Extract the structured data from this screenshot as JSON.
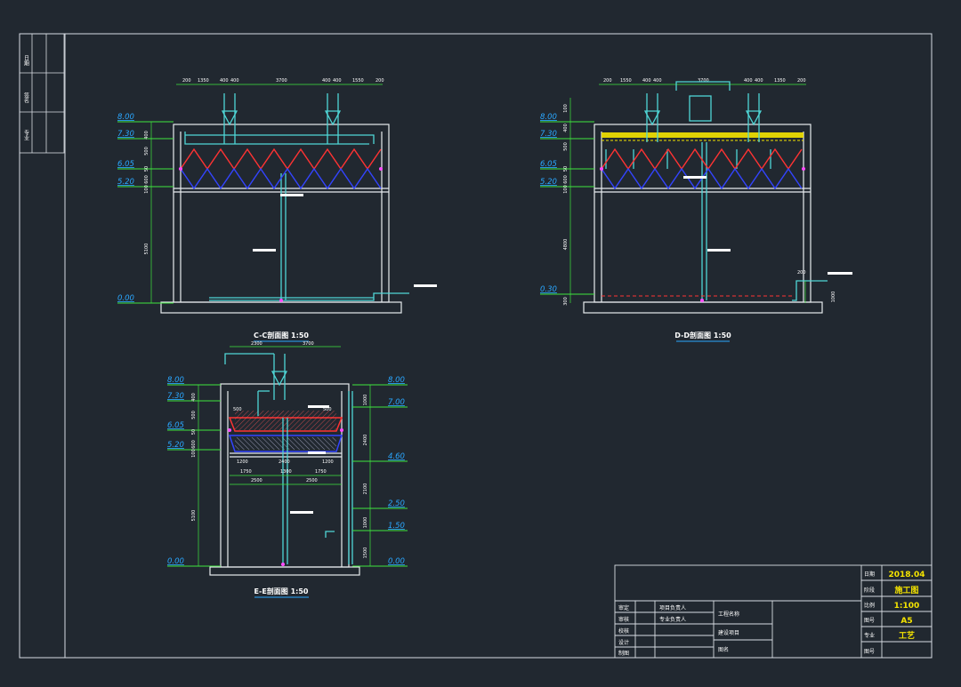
{
  "colors": {
    "background": "#212830",
    "frame": "#d8dde3",
    "structure": "#e8ecef",
    "pipe": "#4fd6d6",
    "dim": "#3ee63e",
    "level": "#2aa7ff",
    "red": "#ff3333",
    "blue": "#3344ff",
    "yellow": "#f5e400",
    "magenta": "#ff4cff",
    "text": "#ffffff"
  },
  "cc_view": {
    "title": "C-C剖面图  1:50",
    "top_dims": [
      "200",
      "1350",
      "400",
      "400",
      "3700",
      "400",
      "400",
      "1550",
      "200"
    ],
    "levels": [
      "8.00",
      "7.30",
      "6.05",
      "5.20",
      "0.00"
    ],
    "side_dims": [
      "400",
      "500",
      "50",
      "600",
      "100",
      "5100"
    ]
  },
  "dd_view": {
    "title": "D-D剖面图  1:50",
    "top_dims": [
      "200",
      "1550",
      "400",
      "400",
      "3700",
      "400",
      "400",
      "1350",
      "200"
    ],
    "levels": [
      "8.00",
      "7.30",
      "6.05",
      "5.20",
      "0.30"
    ],
    "side_dims": [
      "100",
      "400",
      "500",
      "50",
      "600",
      "100",
      "4800",
      "300"
    ],
    "right_dims": [
      "200",
      "1000"
    ]
  },
  "ee_view": {
    "title": "E-E剖面图  1:50",
    "top_dims": [
      "2300",
      "3700"
    ],
    "levels_left": [
      "8.00",
      "7.30",
      "6.05",
      "5.20",
      "0.00"
    ],
    "levels_right": [
      "8.00",
      "7.00",
      "4.60",
      "2.50",
      "1.50",
      "0.00"
    ],
    "inner_dims": [
      "1200",
      "2400",
      "1200",
      "1750",
      "1300",
      "1750",
      "2500",
      "2500",
      "500",
      "500"
    ],
    "side_dims": [
      "400",
      "500",
      "50",
      "600",
      "100",
      "5100"
    ],
    "right_dims": [
      "1000",
      "2400",
      "2100",
      "1000",
      "1500"
    ]
  },
  "left_strip": {
    "cells": [
      "日期",
      "签名",
      "专业"
    ]
  },
  "title_block": {
    "rows": [
      {
        "label": "日期",
        "value": "2018.04"
      },
      {
        "label": "阶段",
        "value": "施工图"
      },
      {
        "label": "比例",
        "value": "1:100"
      },
      {
        "label": "图号",
        "value": "A5"
      },
      {
        "label": "专业",
        "value": "工艺"
      },
      {
        "label": "图号",
        "value": ""
      }
    ],
    "roles": [
      "审定",
      "审核",
      "校核",
      "设计",
      "制图"
    ],
    "responsible": [
      "项目负责人",
      "专业负责人"
    ],
    "project_labels": [
      "工程名称",
      "建设项目",
      "图名"
    ]
  }
}
